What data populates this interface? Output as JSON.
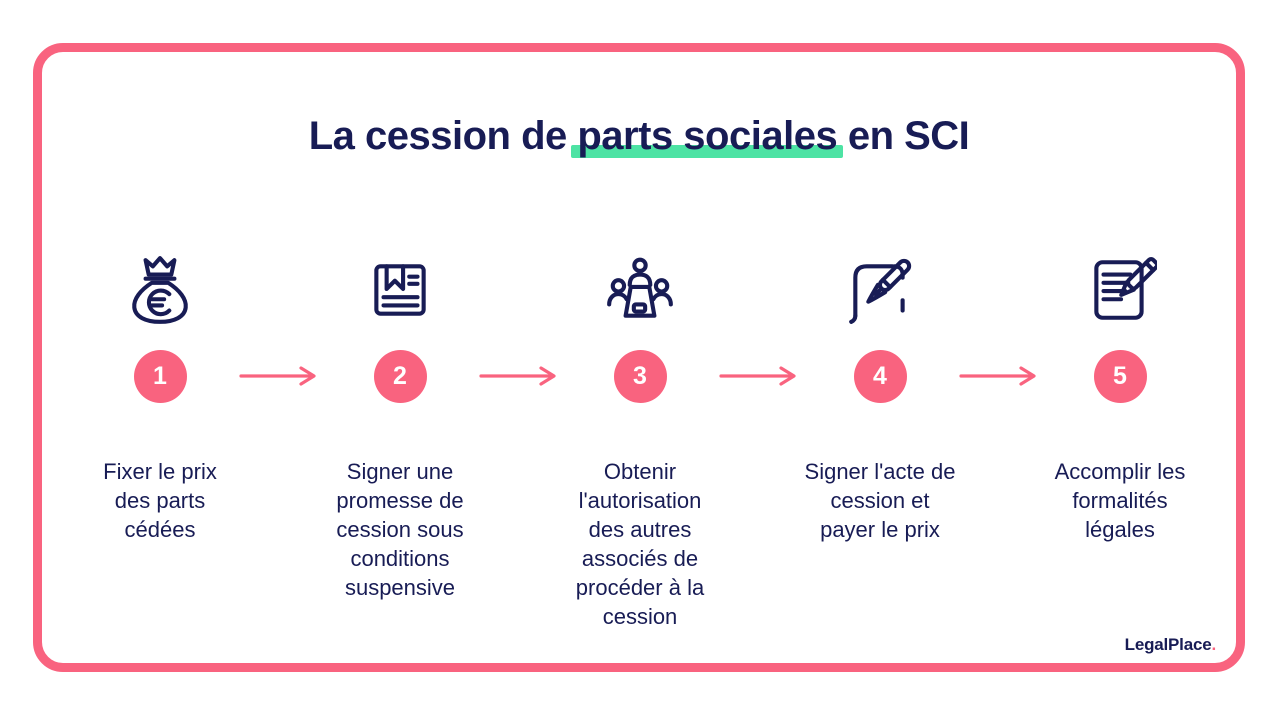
{
  "title": {
    "prefix": "La cession de ",
    "highlight": "parts sociales",
    "suffix": " en SCI"
  },
  "steps": [
    {
      "number": "1",
      "icon": "money-bag-euro-icon",
      "label": "Fixer le prix des parts cédées"
    },
    {
      "number": "2",
      "icon": "promise-document-bookmark-icon",
      "label": "Signer une promesse de cession sous conditions suspensive"
    },
    {
      "number": "3",
      "icon": "associates-meeting-icon",
      "label": "Obtenir l'autorisation des autres associés de procéder à la cession"
    },
    {
      "number": "4",
      "icon": "deed-signature-pen-icon",
      "label": "Signer l'acte de cession et payer le prix"
    },
    {
      "number": "5",
      "icon": "formalities-document-pencil-icon",
      "label": "Accomplir les formalités légales"
    }
  ],
  "branding": {
    "logo_text": "LegalPlace",
    "logo_dot": "."
  },
  "colors": {
    "navy": "#181C55",
    "pink": "#F9637F",
    "mint": "#4DE3A4",
    "background": "#FFFFFF"
  }
}
